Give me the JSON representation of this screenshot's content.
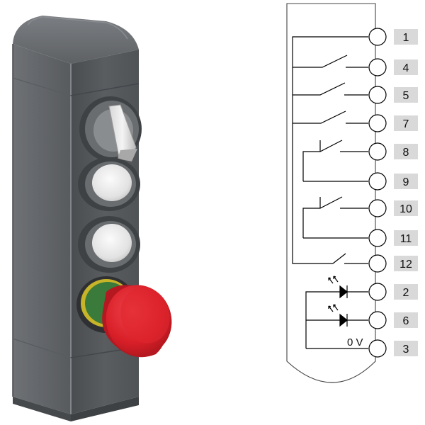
{
  "colors": {
    "housing_dark": "#505356",
    "housing_mid": "#5c5f62",
    "housing_light": "#73767a",
    "button_white": "#eeeeee",
    "estop_red": "#d9202a",
    "estop_collar": "#3a7a3a",
    "estop_ring": "#c8b428",
    "line": "#000000",
    "label_box": "#d9d9d9"
  },
  "icons": {
    "device": "control-station-illustration",
    "contact": "switch-contact-symbol",
    "led": "led-symbol"
  },
  "terminals": [
    {
      "number": "1"
    },
    {
      "number": "4"
    },
    {
      "number": "5"
    },
    {
      "number": "7"
    },
    {
      "number": "8"
    },
    {
      "number": "9"
    },
    {
      "number": "10"
    },
    {
      "number": "11"
    },
    {
      "number": "12"
    },
    {
      "number": "2"
    },
    {
      "number": "6"
    },
    {
      "number": "3"
    }
  ],
  "ground_label": "0 V"
}
